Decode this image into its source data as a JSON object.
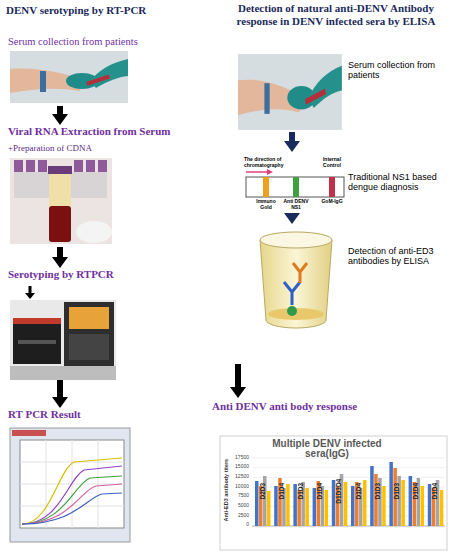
{
  "diagram": {
    "nodes": [
      {
        "text": [
          "Serum collection from patients"
        ]
      },
      {
        "text": [
          "Viral RNA Extraction from Serum",
          "+Preparation of CDNA"
        ]
      },
      {
        "text": [
          "Serotyping by RTPCR"
        ]
      },
      {
        "text": [
          "RT PCR Result"
        ]
      },
      {
        "text": [
          "Serum collection from patients"
        ]
      },
      {
        "text": [
          "Traditional NS1 based dengue diagnosis"
        ]
      },
      {
        "text": [
          "Detection of anti-ED3 antibodies by ELISA"
        ]
      },
      {
        "text": [
          "Anti DENV anti body response"
        ]
      }
    ],
    "edges": [
      {
        "from": 0,
        "to": 1,
        "arrow": "to"
      },
      {
        "from": 1,
        "to": 2,
        "arrow": "to"
      },
      {
        "from": 2,
        "to": 3,
        "arrow": "to"
      },
      {
        "from": 4,
        "to": 5,
        "arrow": "to"
      },
      {
        "from": 5,
        "to": 6,
        "arrow": "to"
      },
      {
        "from": 6,
        "to": 7,
        "arrow": "to"
      }
    ],
    "labels": [
      "DENV serotyping by RT-PCR",
      "Detection of natural anti-DENV Antibody response in DENV infected sera by ELISA",
      "The direction of chromatography",
      "Internal Control",
      "Immuno Gold",
      "Anti DENV NS1",
      "GoM-IgG",
      "Multiple DENV infected sera(IgG)",
      "Anti-ED3 antibody titers",
      "17500",
      "15000",
      "12500",
      "10000",
      "7500",
      "5000",
      "2500",
      "0",
      "D2D3",
      "D1D4",
      "D1D3",
      "D1D4",
      "D1D3D4",
      "D1D4",
      "D1D3",
      "D1D3",
      "D1D4",
      "D1D4"
    ]
  }
}
